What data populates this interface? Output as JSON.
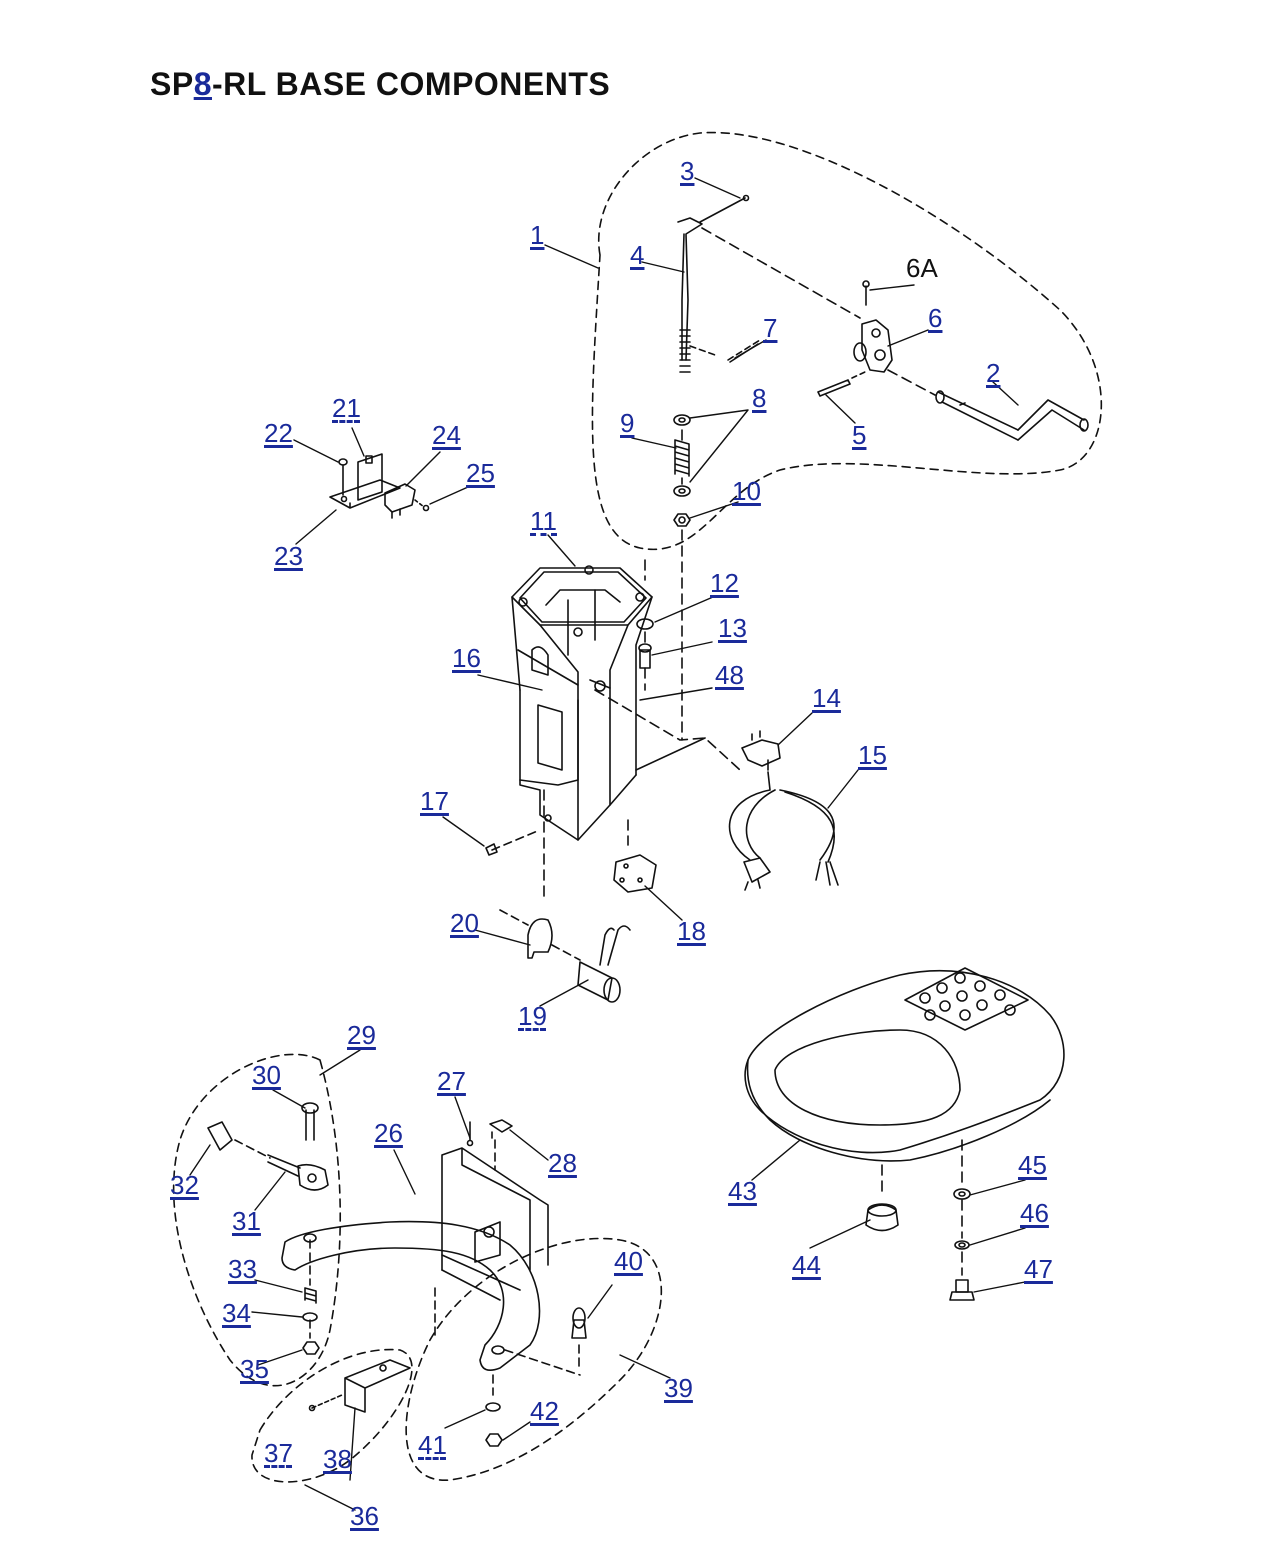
{
  "title": {
    "prefix": "SP",
    "link": "8",
    "suffix": "-RL BASE COMPONENTS"
  },
  "colors": {
    "link": "#1a2a9a",
    "line": "#111111"
  },
  "parts": [
    {
      "id": "1",
      "link": true
    },
    {
      "id": "2",
      "link": true
    },
    {
      "id": "3",
      "link": true
    },
    {
      "id": "4",
      "link": true
    },
    {
      "id": "5",
      "link": true
    },
    {
      "id": "6",
      "link": true
    },
    {
      "id": "6A",
      "link": false
    },
    {
      "id": "7",
      "link": true
    },
    {
      "id": "8",
      "link": true
    },
    {
      "id": "9",
      "link": true
    },
    {
      "id": "10",
      "link": true
    },
    {
      "id": "11",
      "link": true
    },
    {
      "id": "12",
      "link": true
    },
    {
      "id": "13",
      "link": true
    },
    {
      "id": "14",
      "link": true
    },
    {
      "id": "15",
      "link": true
    },
    {
      "id": "16",
      "link": true
    },
    {
      "id": "17",
      "link": true
    },
    {
      "id": "18",
      "link": true
    },
    {
      "id": "19",
      "link": true
    },
    {
      "id": "20",
      "link": true
    },
    {
      "id": "21",
      "link": true
    },
    {
      "id": "22",
      "link": true
    },
    {
      "id": "23",
      "link": true
    },
    {
      "id": "24",
      "link": true
    },
    {
      "id": "25",
      "link": true
    },
    {
      "id": "26",
      "link": true
    },
    {
      "id": "27",
      "link": true
    },
    {
      "id": "28",
      "link": true
    },
    {
      "id": "29",
      "link": true
    },
    {
      "id": "30",
      "link": true
    },
    {
      "id": "31",
      "link": true
    },
    {
      "id": "32",
      "link": true
    },
    {
      "id": "33",
      "link": true
    },
    {
      "id": "34",
      "link": true
    },
    {
      "id": "35",
      "link": true
    },
    {
      "id": "36",
      "link": true
    },
    {
      "id": "37",
      "link": true
    },
    {
      "id": "38",
      "link": true
    },
    {
      "id": "39",
      "link": true
    },
    {
      "id": "40",
      "link": true
    },
    {
      "id": "41",
      "link": true
    },
    {
      "id": "42",
      "link": true
    },
    {
      "id": "43",
      "link": true
    },
    {
      "id": "44",
      "link": true
    },
    {
      "id": "45",
      "link": true
    },
    {
      "id": "46",
      "link": true
    },
    {
      "id": "47",
      "link": true
    },
    {
      "id": "48",
      "link": true
    }
  ]
}
